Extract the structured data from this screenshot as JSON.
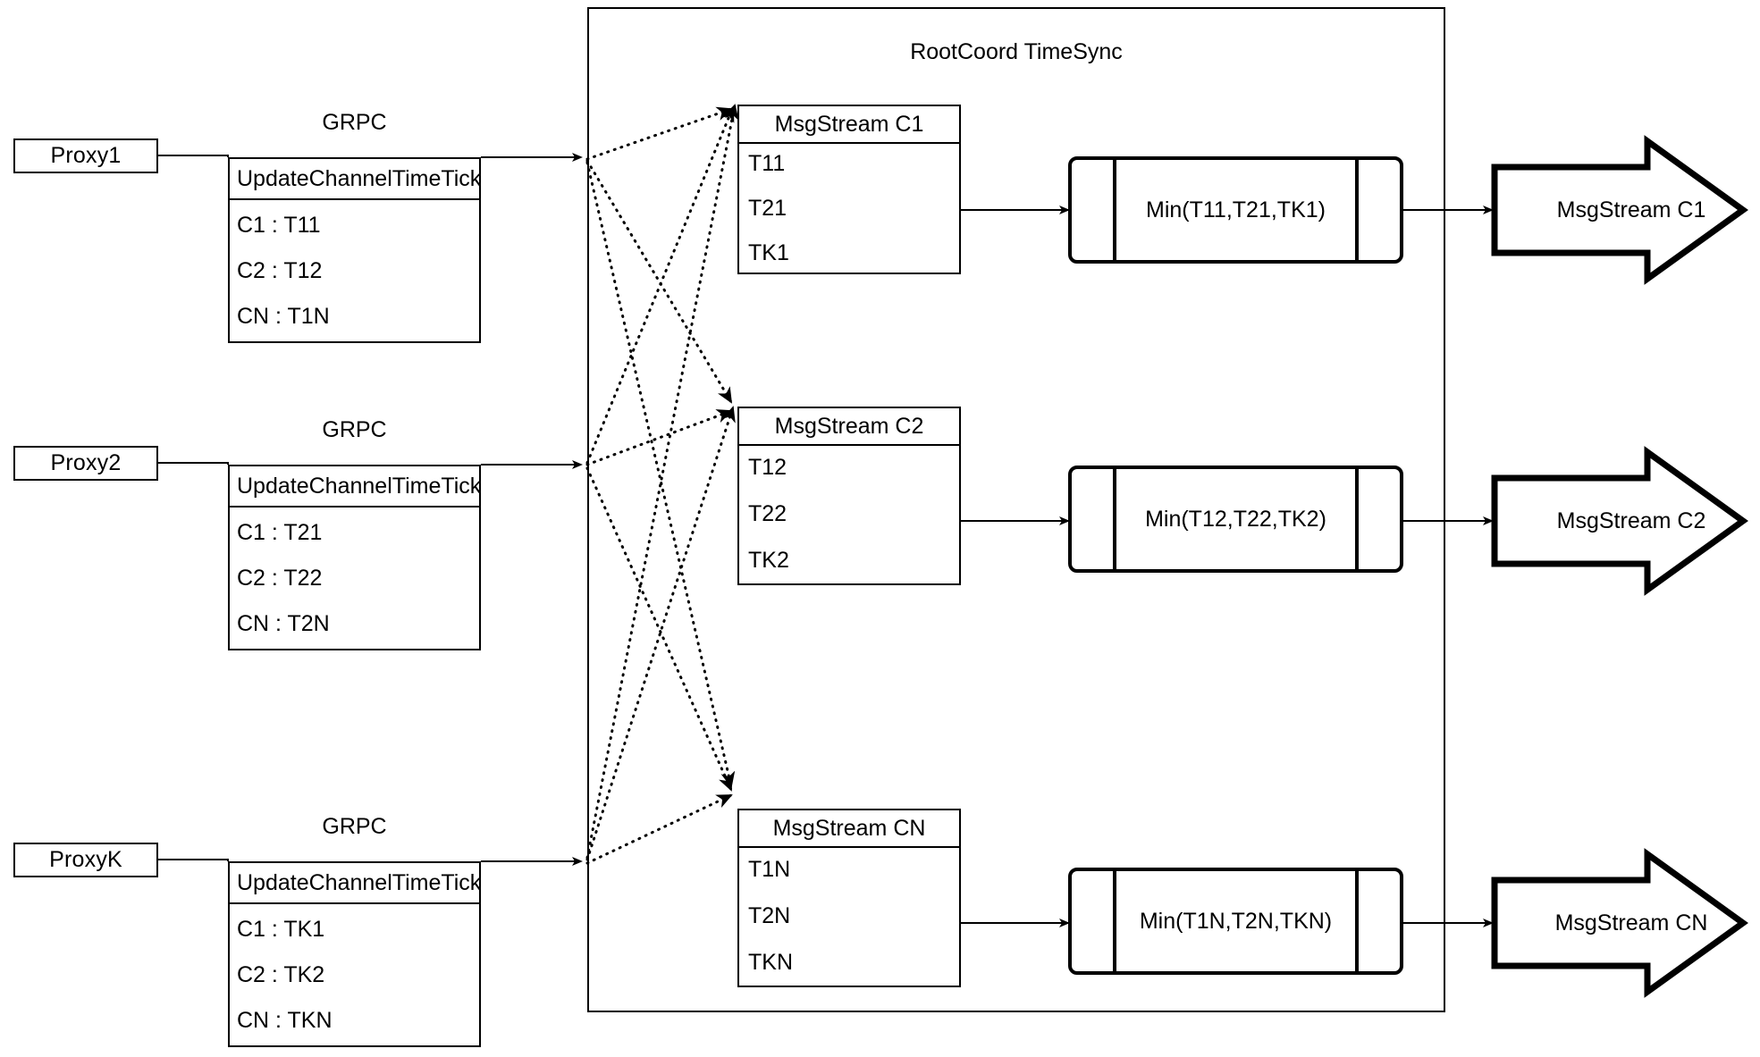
{
  "container": {
    "title": "RootCoord TimeSync"
  },
  "proxies": [
    {
      "name": "Proxy1",
      "grpc_label": "GRPC",
      "rpc": {
        "header": "UpdateChannelTimeTick",
        "rows": [
          "C1 :  T11",
          "C2 :  T12",
          "CN : T1N"
        ]
      }
    },
    {
      "name": "Proxy2",
      "grpc_label": "GRPC",
      "rpc": {
        "header": "UpdateChannelTimeTick",
        "rows": [
          "C1 :  T21",
          "C2 :  T22",
          "CN : T2N"
        ]
      }
    },
    {
      "name": "ProxyK",
      "grpc_label": "GRPC",
      "rpc": {
        "header": "UpdateChannelTimeTick",
        "rows": [
          "C1 :  TK1",
          "C2 :  TK2",
          "CN : TKN"
        ]
      }
    }
  ],
  "channels": [
    {
      "msgstream": {
        "header": "MsgStream C1",
        "rows": [
          "T11",
          "T21",
          "TK1"
        ]
      },
      "min_process": "Min(T11,T21,TK1)",
      "output": "MsgStream C1"
    },
    {
      "msgstream": {
        "header": "MsgStream C2",
        "rows": [
          "T12",
          "T22",
          "TK2"
        ]
      },
      "min_process": "Min(T12,T22,TK2)",
      "output": "MsgStream C2"
    },
    {
      "msgstream": {
        "header": "MsgStream CN",
        "rows": [
          "T1N",
          "T2N",
          "TKN"
        ]
      },
      "min_process": "Min(T1N,T2N,TKN)",
      "output": "MsgStream CN"
    }
  ],
  "colors": {
    "stroke": "#000000",
    "background": "#ffffff"
  }
}
